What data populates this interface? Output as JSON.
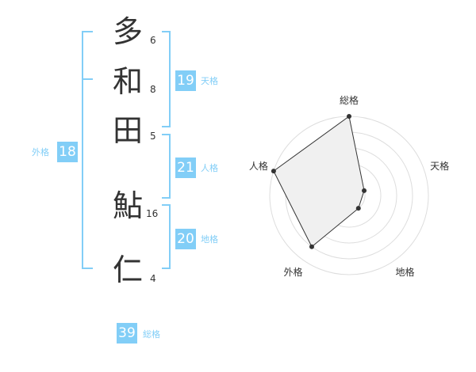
{
  "name_characters": [
    {
      "char": "多",
      "strokes": "6"
    },
    {
      "char": "和",
      "strokes": "8"
    },
    {
      "char": "田",
      "strokes": "5"
    },
    {
      "char": "鮎",
      "strokes": "16"
    },
    {
      "char": "仁",
      "strokes": "4"
    }
  ],
  "fortune": {
    "tenkaku": {
      "value": "19",
      "label": "天格"
    },
    "jinkaku": {
      "value": "21",
      "label": "人格"
    },
    "chikaku": {
      "value": "20",
      "label": "地格"
    },
    "gaikaku": {
      "value": "18",
      "label": "外格"
    },
    "soukaku": {
      "value": "39",
      "label": "総格"
    }
  },
  "radar": {
    "axes": [
      "総格",
      "天格",
      "地格",
      "外格",
      "人格"
    ],
    "scores": [
      5,
      1,
      1,
      4,
      5
    ],
    "max": 5
  },
  "colors": {
    "accent": "#82cef7",
    "text": "#333333",
    "radar_fill": "#f0f0f0",
    "radar_grid": "#dddddd",
    "radar_point": "#333333"
  }
}
